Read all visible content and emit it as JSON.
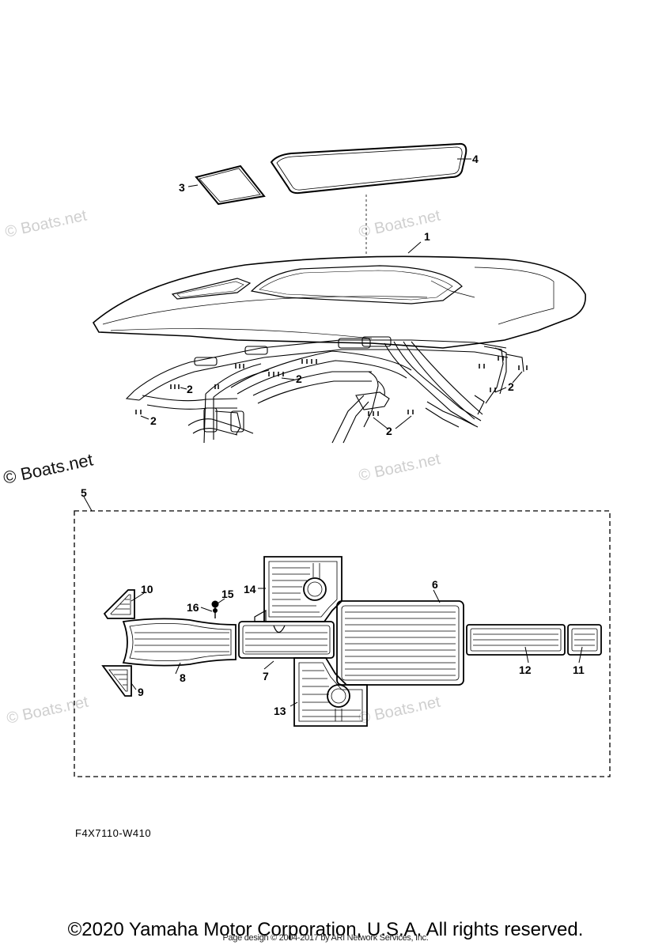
{
  "watermark": "© Boats.net",
  "callouts": {
    "c1": "1",
    "c2": "2",
    "c3": "3",
    "c4": "4",
    "c5": "5",
    "c6": "6",
    "c7": "7",
    "c8": "8",
    "c9": "9",
    "c10": "10",
    "c11": "11",
    "c12": "12",
    "c13": "13",
    "c14": "14",
    "c15": "15",
    "c16": "16"
  },
  "diagram_code": "F4X7110-W410",
  "footer": {
    "copyright": "©2020 Yamaha Motor Corporation, U.S.A. All rights reserved.",
    "page_design": "Page design © 2004-2017 by ARI Network Services, Inc."
  }
}
